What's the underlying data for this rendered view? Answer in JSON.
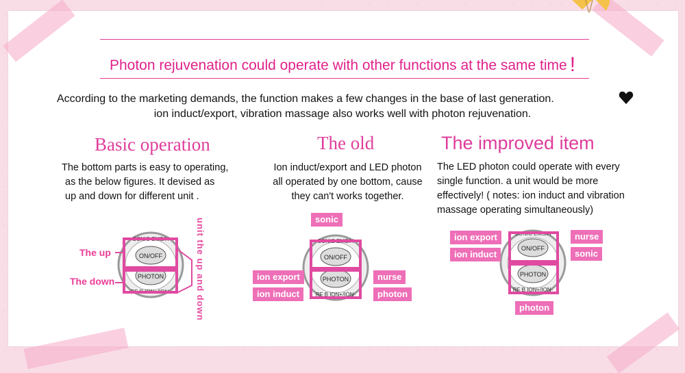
{
  "headline": {
    "text": "Photon rejuvenation could operate with other functions at the same time",
    "bang": "!"
  },
  "intro": {
    "line1": "According to the marketing demands, the function makes a few changes in the base of  last generation.",
    "line2": "ion induct/export, vibration massage also works well with photon rejuvenation."
  },
  "basic": {
    "title": "Basic operation",
    "text": [
      "The bottom parts is easy to operating,",
      "as the below figures. It devised as",
      "up and down for different unit ."
    ],
    "labels": {
      "up": "The up",
      "down": "The down",
      "vertical": "unit the up and down"
    }
  },
  "old": {
    "title": "The old",
    "text": [
      "Ion induct/export and LED photon",
      "all operated by one bottom, cause",
      "they can't works together."
    ],
    "labels": {
      "sonic": "sonic",
      "ion_export": "ion export",
      "ion_induct": "ion induct",
      "nurse": "nurse",
      "photon": "photon"
    }
  },
  "improved": {
    "title": "The improved item",
    "text": [
      "The LED photon could operate with every",
      "single function. a unit would be more",
      "effectively! ( notes: ion induct and vibration",
      "massage operating simultaneously)"
    ],
    "labels": {
      "ion_export": "ion export",
      "ion_induct": "ion induct",
      "nurse": "nurse",
      "sonic": "sonic",
      "photon": "photon"
    }
  },
  "device": {
    "top_arc": "SONIC EMS/H",
    "btn1": "ON/OFF",
    "btn2": "PHOTON",
    "bottom_arc": "RF B ION+/ION-"
  },
  "colors": {
    "accent": "#e0218a",
    "label_bg": "#ee6fb7",
    "background": "#f9dde6"
  }
}
